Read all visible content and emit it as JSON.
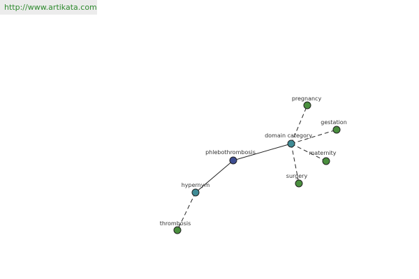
{
  "header": {
    "url": "http://www.artikata.com"
  },
  "graph": {
    "nodes": [
      {
        "id": "phlebothrombosis",
        "label": "phlebothrombosis",
        "color": "#3d4d91"
      },
      {
        "id": "domain_category",
        "label": "domain category",
        "color": "#3f8b95"
      },
      {
        "id": "hypernym",
        "label": "hypernym",
        "color": "#3f8b95"
      },
      {
        "id": "thrombosis",
        "label": "thrombosis",
        "color": "#4a8f3e"
      },
      {
        "id": "pregnancy",
        "label": "pregnancy",
        "color": "#4a8f3e"
      },
      {
        "id": "gestation",
        "label": "gestation",
        "color": "#4a8f3e"
      },
      {
        "id": "maternity",
        "label": "maternity",
        "color": "#4a8f3e"
      },
      {
        "id": "surgery",
        "label": "surgery",
        "color": "#4a8f3e"
      }
    ],
    "edges": [
      {
        "from": "phlebothrombosis",
        "to": "domain_category",
        "style": "solid"
      },
      {
        "from": "phlebothrombosis",
        "to": "hypernym",
        "style": "solid"
      },
      {
        "from": "hypernym",
        "to": "thrombosis",
        "style": "dashed"
      },
      {
        "from": "domain_category",
        "to": "pregnancy",
        "style": "dashed"
      },
      {
        "from": "domain_category",
        "to": "gestation",
        "style": "dashed"
      },
      {
        "from": "domain_category",
        "to": "maternity",
        "style": "dashed"
      },
      {
        "from": "domain_category",
        "to": "surgery",
        "style": "dashed"
      }
    ]
  }
}
